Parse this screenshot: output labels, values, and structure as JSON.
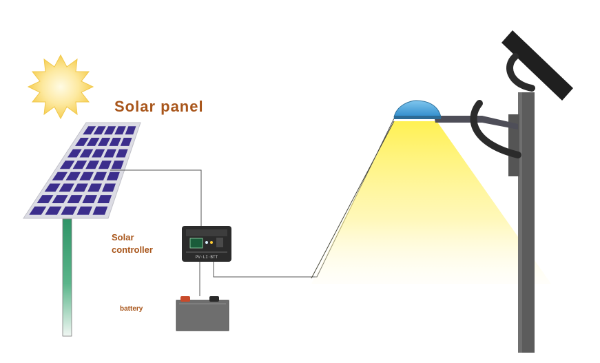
{
  "labels": {
    "solar_panel": "Solar panel",
    "controller_line1": "Solar",
    "controller_line2": "controller",
    "battery": "battery"
  },
  "controller_face_text": "PV·LI·BTT",
  "colors": {
    "label": "#a8551a",
    "sun": "#fde17a",
    "sun_core": "#fff6c8",
    "panel_cell": "#3c2e8c",
    "panel_frame": "#d9d9e0",
    "pole_green": "#3a9a6c",
    "wire": "#555555",
    "controller": "#2b2b2b",
    "battery": "#6e6e6e",
    "lamp_head": "#4aa6dc",
    "light_beam": "#fff27a",
    "streetlight_pole": "#5c5c5c",
    "streetlight_panel": "#1f1f1f"
  },
  "icons": [
    "sun-icon",
    "solar-panel-icon",
    "controller-icon",
    "battery-icon",
    "street-lamp-icon"
  ]
}
